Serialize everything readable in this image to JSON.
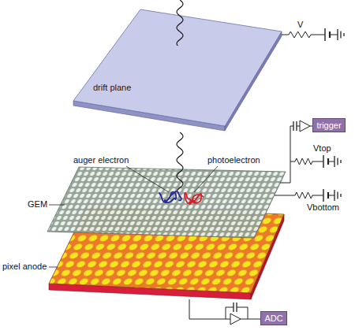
{
  "diagram": {
    "nodes": [
      {
        "text": [
          "drift plane"
        ]
      },
      {
        "text": [
          "trigger"
        ]
      },
      {
        "text": [
          "ADC"
        ]
      }
    ],
    "labels": [
      "auger electron",
      "photoelectron",
      "GEM",
      "pixel anode",
      "V",
      "Vtop",
      "Vbottom"
    ]
  }
}
